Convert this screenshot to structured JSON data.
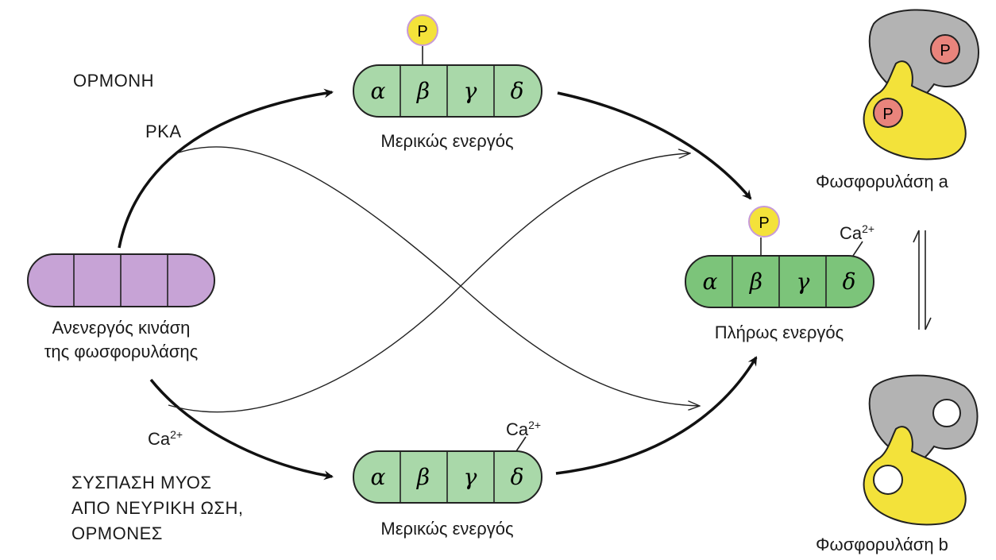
{
  "labels": {
    "hormone": "ΟΡΜΟΝΗ",
    "pka": "PKA",
    "ca_left_main": "Ca",
    "ca_left_sup": "2+",
    "muscle_lines": [
      "ΣΥΣΠΑΣΗ ΜΥΟΣ",
      "ΑΠΟ ΝΕΥΡΙΚΗ ΩΣΗ,",
      "ΟΡΜΟΝΕΣ"
    ],
    "inactive_kinase_line1": "Ανενεργός κινάση",
    "inactive_kinase_line2": "της φωσφορυλάσης",
    "partially_active_top": "Μερικώς ενεργός",
    "partially_active_bottom": "Μερικώς ενεργός",
    "fully_active": "Πλήρως ενεργός",
    "phosphorylase_a": "Φωσφορυλάση a",
    "phosphorylase_b": "Φωσφορυλάση b",
    "ca_top_right_main": "Ca",
    "ca_top_right_sup": "2+",
    "ca_bottom_main": "Ca",
    "ca_bottom_sup": "2+"
  },
  "subunits": [
    "α",
    "β",
    "γ",
    "δ"
  ],
  "phosphate_label": "P",
  "colors": {
    "inactive_fill": "#c7a3d6",
    "partial_fill": "#a9d8a9",
    "full_fill": "#7cc47a",
    "phosphate_fill": "#f4e23a",
    "phosphate_stroke": "#c79ad8",
    "protein_gray": "#b3b3b3",
    "protein_yellow": "#f3e23a",
    "site_red": "#e9847c"
  }
}
